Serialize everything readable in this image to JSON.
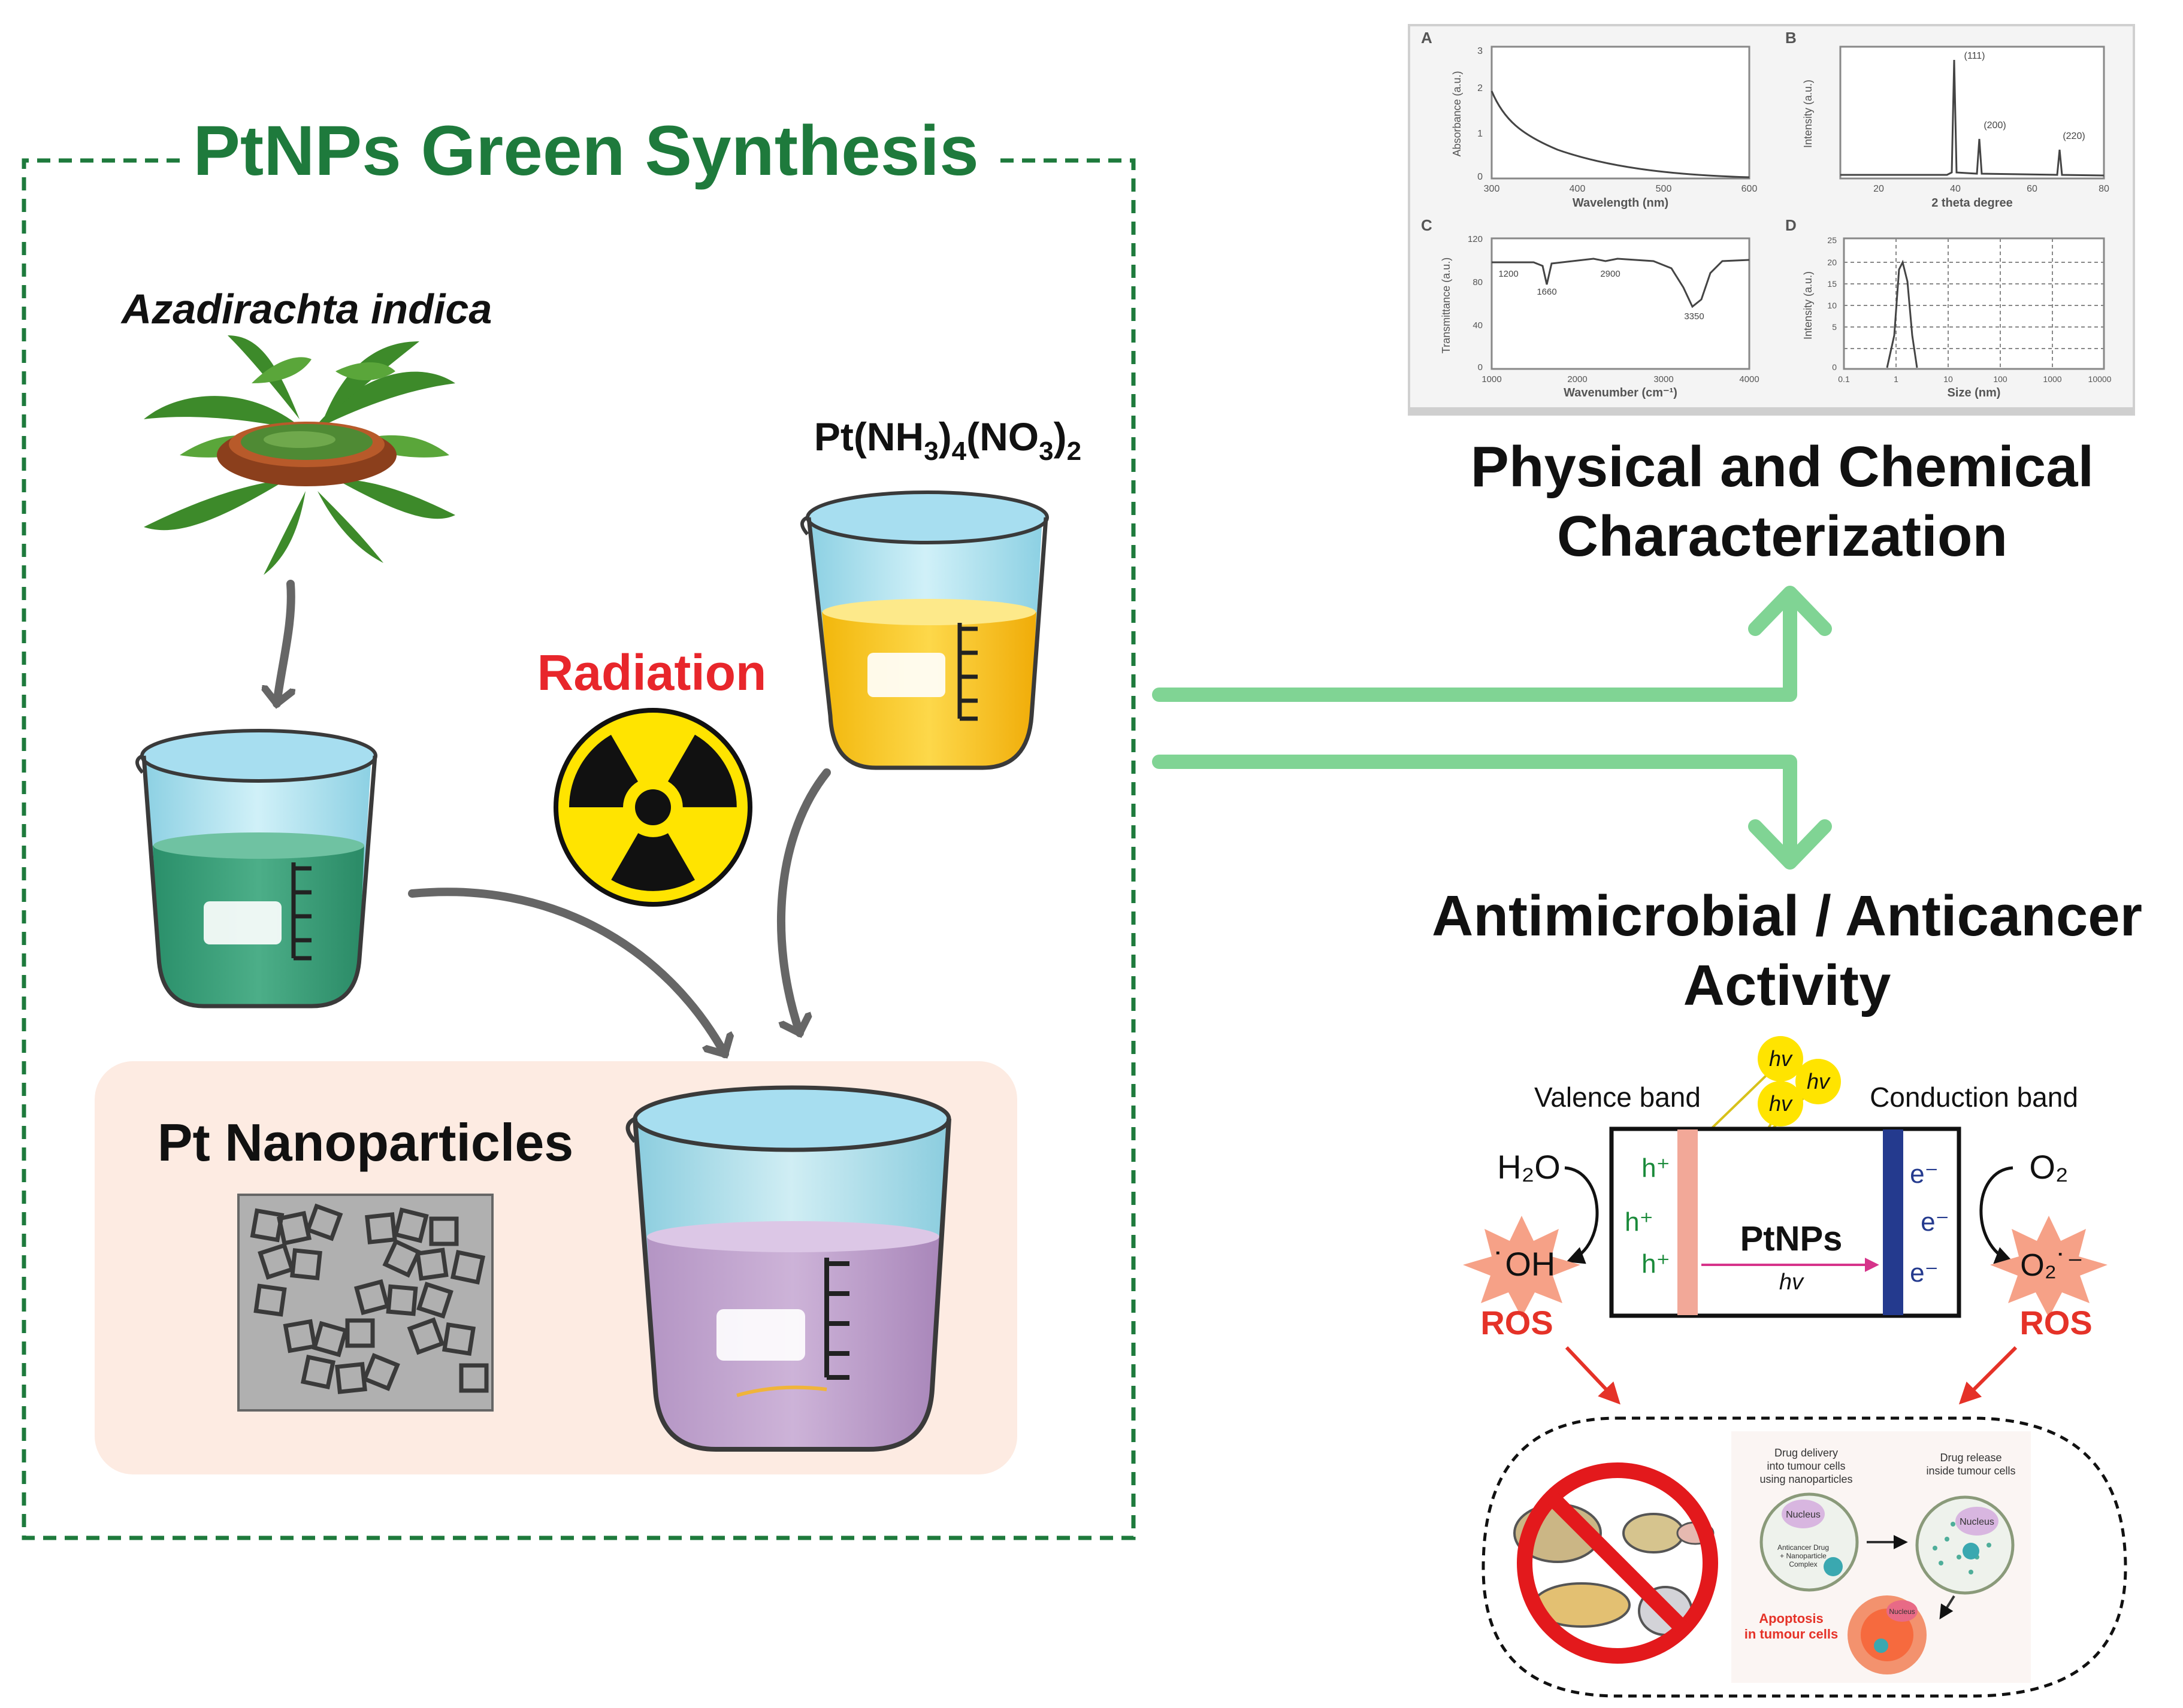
{
  "synthesis": {
    "title": "PtNPs Green Synthesis",
    "plant_name": "Azadirachta indica",
    "precursor": {
      "base": "Pt(NH",
      "sub1": "3",
      "mid": ")",
      "sub2": "4",
      "mid2": "(NO",
      "sub3": "3",
      "end": ")",
      "sub4": "2"
    },
    "radiation_label": "Radiation",
    "product_label": "Pt Nanoparticles"
  },
  "characterization": {
    "title_line1": "Physical and Chemical",
    "title_line2": "Characterization",
    "panels": [
      {
        "letter": "A",
        "xlabel": "Wavelength (nm)",
        "ylabel": "Absorbance (a.u.)",
        "xticks": [
          "300",
          "400",
          "500",
          "600"
        ],
        "yticks": [
          "0",
          "1",
          "2",
          "3"
        ]
      },
      {
        "letter": "B",
        "xlabel": "2 theta degree",
        "ylabel": "Intensity (a.u.)",
        "xticks": [
          "20",
          "40",
          "60",
          "80"
        ],
        "peaks": [
          "(111)",
          "(200)",
          "(220)"
        ]
      },
      {
        "letter": "C",
        "xlabel": "Wavenumber (cm⁻¹)",
        "ylabel": "Transmittance (a.u.)",
        "xticks": [
          "1000",
          "2000",
          "3000",
          "4000"
        ],
        "yticks": [
          "0",
          "40",
          "80",
          "120"
        ],
        "annotations": [
          "1200",
          "1660",
          "2900",
          "3350"
        ]
      },
      {
        "letter": "D",
        "xlabel": "Size (nm)",
        "ylabel": "Intensity (a.u.)",
        "xticks": [
          "0.1",
          "1",
          "10",
          "100",
          "1000",
          "10000"
        ],
        "yticks": [
          "0",
          "5",
          "10",
          "15",
          "20",
          "25"
        ]
      }
    ]
  },
  "activity": {
    "title_line1": "Antimicrobial / Anticancer",
    "title_line2": "Activity",
    "valence_band": "Valence band",
    "conduction_band": "Conduction band",
    "photon": "hv",
    "center_label": "PtNPs",
    "center_sub": "hv",
    "hole": "h⁺",
    "electron": "e⁻",
    "water": "H₂O",
    "oxygen": "O₂",
    "hydroxyl": "˙OH",
    "superoxide": "O₂˙⁻",
    "ros_left": "ROS",
    "ros_right": "ROS",
    "drug_delivery": {
      "step1_line1": "Drug delivery",
      "step1_line2": "into tumour cells",
      "step1_line3": "using nanoparticles",
      "step2_line1": "Drug release",
      "step2_line2": "inside tumour cells",
      "nucleus": "Nucleus",
      "complex_line1": "Anticancer Drug",
      "complex_line2": "+ Nanoparticle",
      "complex_line3": "Complex",
      "apoptosis_line1": "Apoptosis",
      "apoptosis_line2": "in tumour cells"
    }
  },
  "colors": {
    "title_green": "#1e7a3c",
    "radiation_red": "#e8262b",
    "arrow_green": "#80d494",
    "arrow_gray": "#666666",
    "ros_red": "#e53228",
    "product_bg": "#fdebe2"
  }
}
